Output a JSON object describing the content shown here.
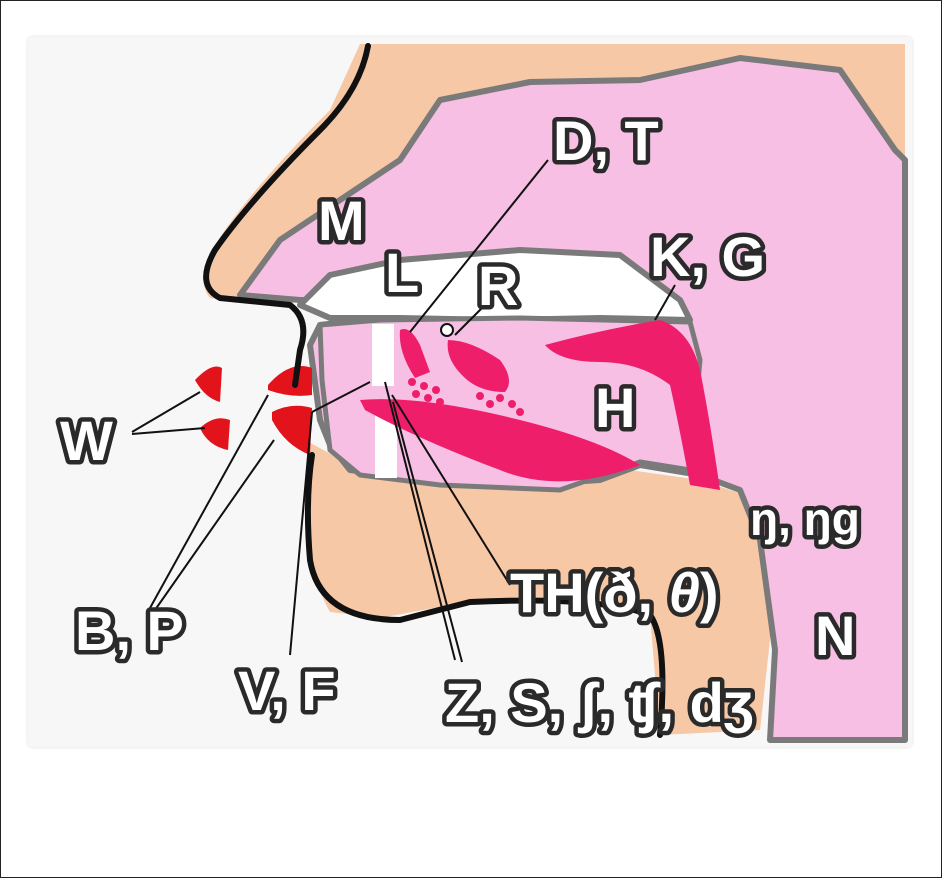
{
  "diagram": {
    "labels": {
      "dt": "D, T",
      "m": "M",
      "l": "L",
      "r": "R",
      "kg": "K, G",
      "h": "H",
      "w": "W",
      "eng": "ŋ, ŋg",
      "th_open": "TH(ð,",
      "th_theta": "θ",
      "th_close": ")",
      "bp": "B, P",
      "n": "N",
      "vf": "V, F",
      "z": "Z, S, ʃ, ʧ, dʒ"
    },
    "colors": {
      "skin": "#f6c8a6",
      "cavity": "#f6bfe3",
      "tongue": "#ef1e6a",
      "lips": "#e3131c",
      "outline": "#111111",
      "inner_outline": "#7a7a7a"
    }
  }
}
